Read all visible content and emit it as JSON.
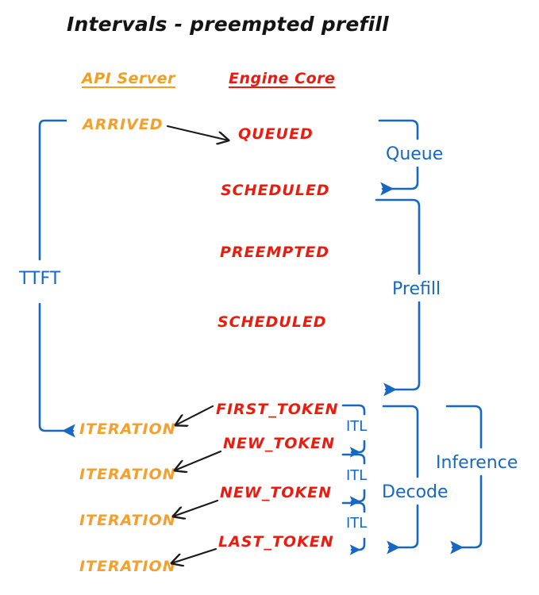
{
  "title": "Intervals - preempted prefill",
  "colors": {
    "api_server": "#f0a020",
    "engine_core": "#e81b12",
    "interval_blue": "#1668c2",
    "arrow_black": "#1a1a1a",
    "background": "#ffffff"
  },
  "columns": [
    {
      "label": "API Server",
      "color": "#f0a020"
    },
    {
      "label": "Engine Core",
      "color": "#e81b12"
    }
  ],
  "api_server_events": [
    {
      "label": "ARRIVED"
    },
    {
      "label": "ITERATION"
    },
    {
      "label": "ITERATION"
    },
    {
      "label": "ITERATION"
    },
    {
      "label": "ITERATION"
    }
  ],
  "engine_core_events": [
    {
      "label": "QUEUED"
    },
    {
      "label": "SCHEDULED"
    },
    {
      "label": "PREEMPTED"
    },
    {
      "label": "SCHEDULED"
    },
    {
      "label": "FIRST_TOKEN"
    },
    {
      "label": "NEW_TOKEN"
    },
    {
      "label": "NEW_TOKEN"
    },
    {
      "label": "LAST_TOKEN"
    }
  ],
  "intervals": [
    {
      "label": "TTFT"
    },
    {
      "label": "Queue"
    },
    {
      "label": "Prefill"
    },
    {
      "label": "ITL"
    },
    {
      "label": "ITL"
    },
    {
      "label": "ITL"
    },
    {
      "label": "Decode"
    },
    {
      "label": "Inference"
    }
  ]
}
